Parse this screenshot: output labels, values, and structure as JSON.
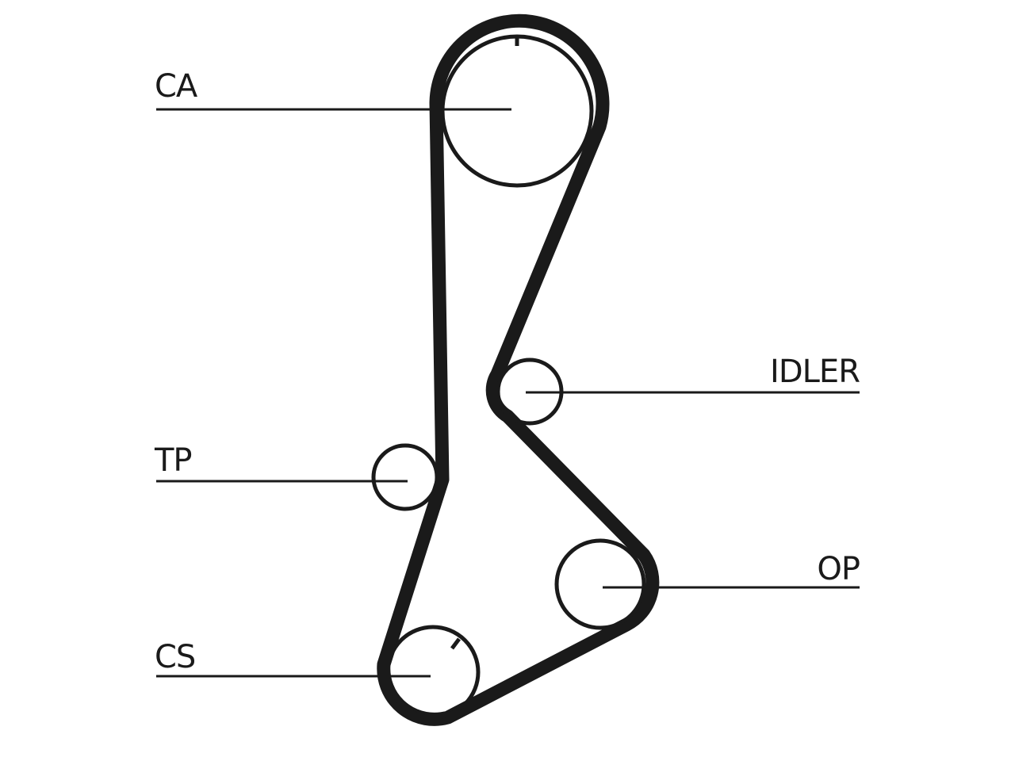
{
  "diagram": {
    "labels": {
      "ca": "CA",
      "idler": "IDLER",
      "tp": "TP",
      "op": "OP",
      "cs": "CS"
    },
    "colors": {
      "ink": "#1a1a1a",
      "background": "#ffffff"
    }
  }
}
